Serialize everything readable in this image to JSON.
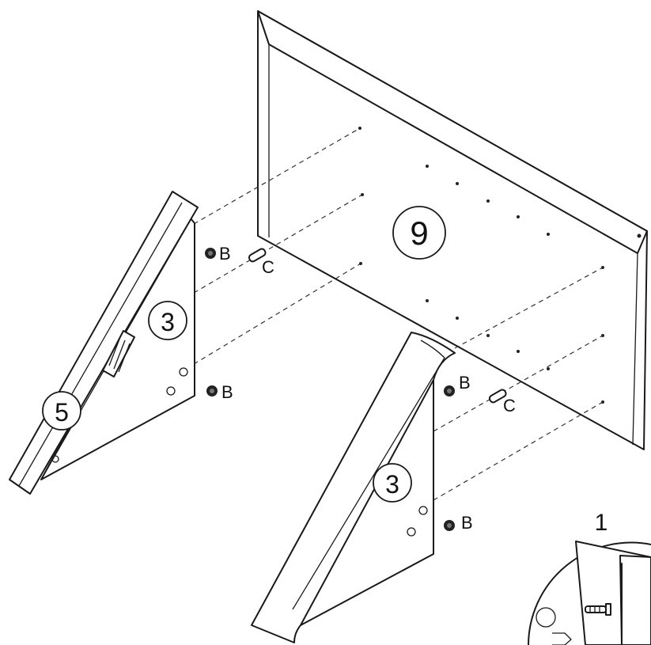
{
  "labels": {
    "panel_back": "9",
    "side_left": "3",
    "side_right": "3",
    "leg_left": "5",
    "bolt_b_1": "B",
    "bolt_b_2": "B",
    "bolt_b_3": "B",
    "bolt_b_4": "B",
    "dowel_c_1": "C",
    "dowel_c_2": "C",
    "detail_step": "1"
  },
  "colors": {
    "line": "#1a1a1a",
    "background": "#ffffff"
  }
}
